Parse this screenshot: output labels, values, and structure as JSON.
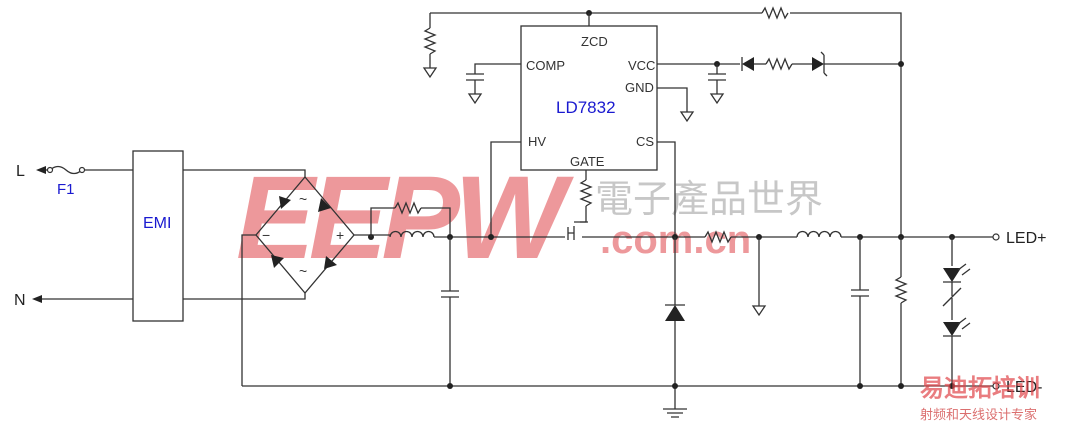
{
  "schematic": {
    "chip": {
      "name": "LD7832",
      "pins": {
        "zcd": "ZCD",
        "comp": "COMP",
        "vcc": "VCC",
        "gnd": "GND",
        "hv": "HV",
        "cs": "CS",
        "gate": "GATE"
      }
    },
    "emi_label": "EMI",
    "fuse_label": "F1",
    "terminals": {
      "line": "L",
      "neutral": "N",
      "led_plus": "LED+",
      "led_minus": "LED-"
    },
    "bridge_signs": {
      "minus": "−",
      "plus": "+",
      "ac1": "~",
      "ac2": "~"
    }
  },
  "watermark": {
    "logo": "EEPW",
    "domain": ".com.cn",
    "cn_name": "電子產品世界",
    "badge_title": "易迪拓培训",
    "badge_subtitle": "射频和天线设计专家"
  },
  "colors": {
    "wire": "#333333",
    "chip_label": "#1a1ad0",
    "watermark_red": "#e0454a",
    "watermark_gray": "#9a9a9a"
  }
}
